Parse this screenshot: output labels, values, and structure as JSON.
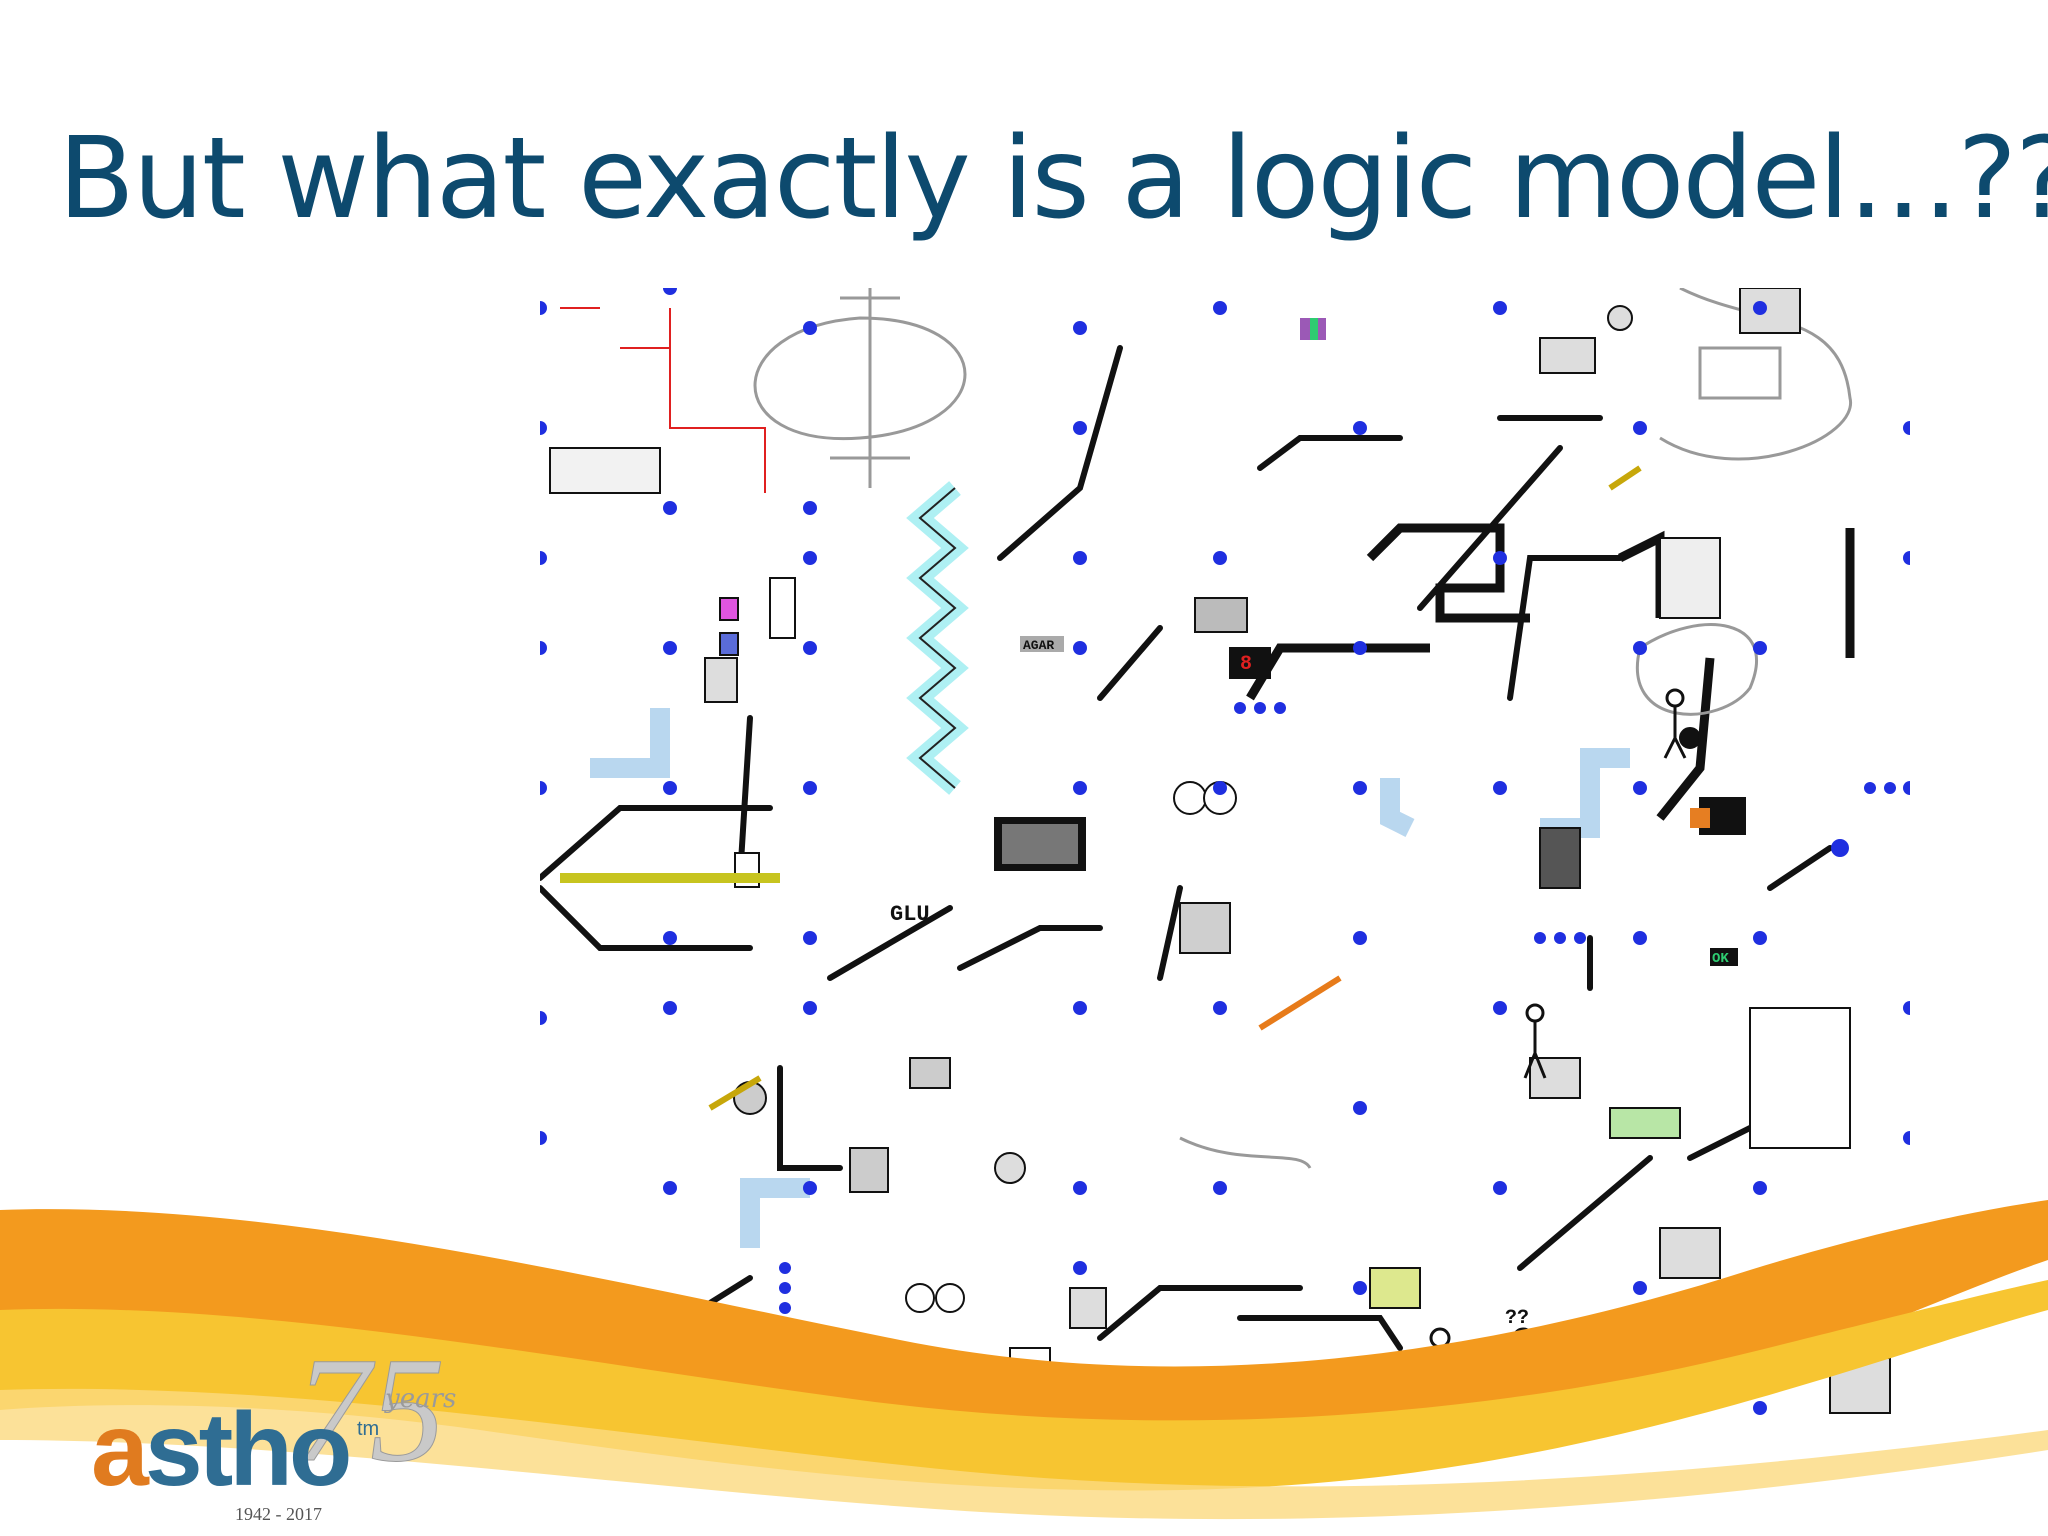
{
  "slide": {
    "title": "But what exactly is a logic model…???"
  },
  "illustration": {
    "icon": "logic-model-machine-maze-illustration",
    "labels": {
      "glu": "GLU",
      "agar": "AGAR",
      "digit": "8",
      "ok": "OK",
      "question_marks": "??"
    }
  },
  "logo": {
    "wordmark_a": "a",
    "wordmark_rest": "stho",
    "tm": "tm",
    "anniversary": "75",
    "years": "years",
    "dates": "1942 - 2017"
  },
  "colors": {
    "title": "#0d4a6e",
    "dot": "#1f2fe0",
    "swoosh_orange": "#f39a1e",
    "swoosh_yellow": "#f7c531",
    "logo_orange": "#e07b1f",
    "logo_blue": "#2f6d93"
  }
}
